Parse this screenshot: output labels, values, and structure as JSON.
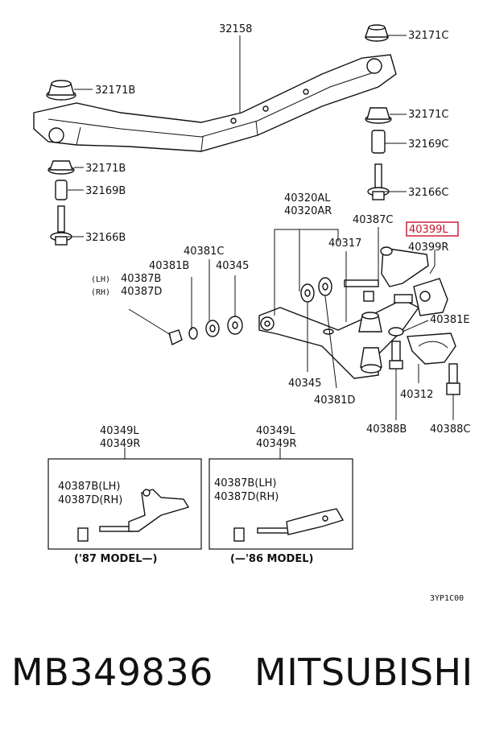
{
  "labels": {
    "l32158": "32158",
    "l32171C_top": "32171C",
    "l32171B_top": "32171B",
    "l32171C_mid": "32171C",
    "l32169C": "32169C",
    "l32171B_low": "32171B",
    "l32169B": "32169B",
    "l32166C": "32166C",
    "l32166B": "32166B",
    "l40320AL": "40320AL",
    "l40320AR": "40320AR",
    "l40387C": "40387C",
    "l40399L": "40399L",
    "l40399R": "40399R",
    "l40317": "40317",
    "l40381C": "40381C",
    "l40381B": "40381B",
    "l40345_top": "40345",
    "lLH": "(LH)",
    "lRH": "(RH)",
    "l40387B": "40387B",
    "l40387D": "40387D",
    "l40381E": "40381E",
    "l40345_low": "40345",
    "l40312": "40312",
    "l40381D": "40381D",
    "l40388B": "40388B",
    "l40388C": "40388C"
  },
  "inset_left": {
    "title_l": "40349L",
    "title_r": "40349R",
    "item_b": "40387B(LH)",
    "item_d": "40387D(RH)",
    "caption": "('87 MODEL—)"
  },
  "inset_right": {
    "title_l": "40349L",
    "title_r": "40349R",
    "item_b": "40387B(LH)",
    "item_d": "40387D(RH)",
    "caption": "(—'86 MODEL)"
  },
  "diagram_code": "3YP1C00",
  "footer": {
    "part_number": "MB349836",
    "brand": "MITSUBISHI"
  },
  "colors": {
    "highlight": "#c8102e",
    "ink": "#111111"
  }
}
